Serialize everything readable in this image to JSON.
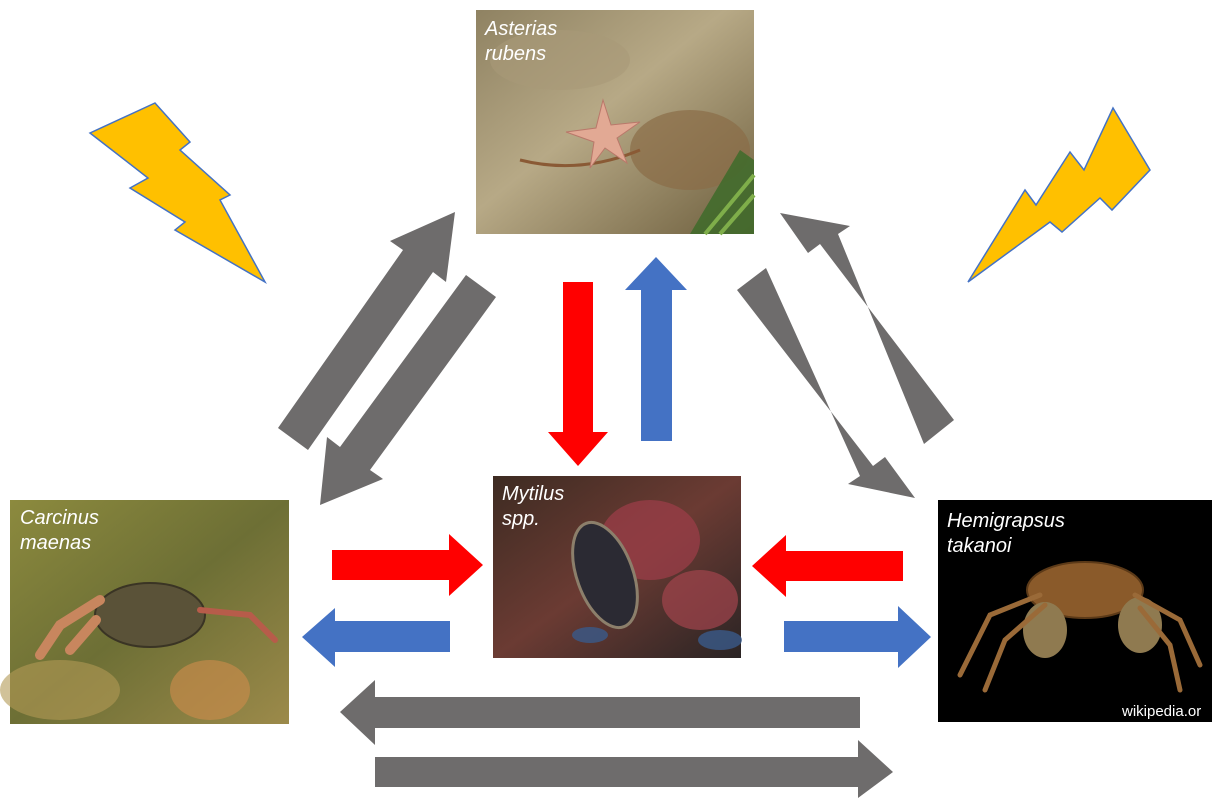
{
  "species": {
    "asterias": {
      "line1": "Asterias",
      "line2": "rubens"
    },
    "mytilus": {
      "line1": "Mytilus",
      "line2": "spp."
    },
    "carcinus": {
      "line1": "Carcinus",
      "line2": "maenas"
    },
    "hemigrapsus": {
      "line1": "Hemigrapsus",
      "line2": "takanoi",
      "credit": "wikipedia.or"
    }
  },
  "colors": {
    "red_arrow": "#ff0000",
    "blue_arrow": "#4472c4",
    "gray_arrow": "#6e6c6c",
    "lightning": "#ffc000",
    "lightning_outline": "#4472c4"
  }
}
